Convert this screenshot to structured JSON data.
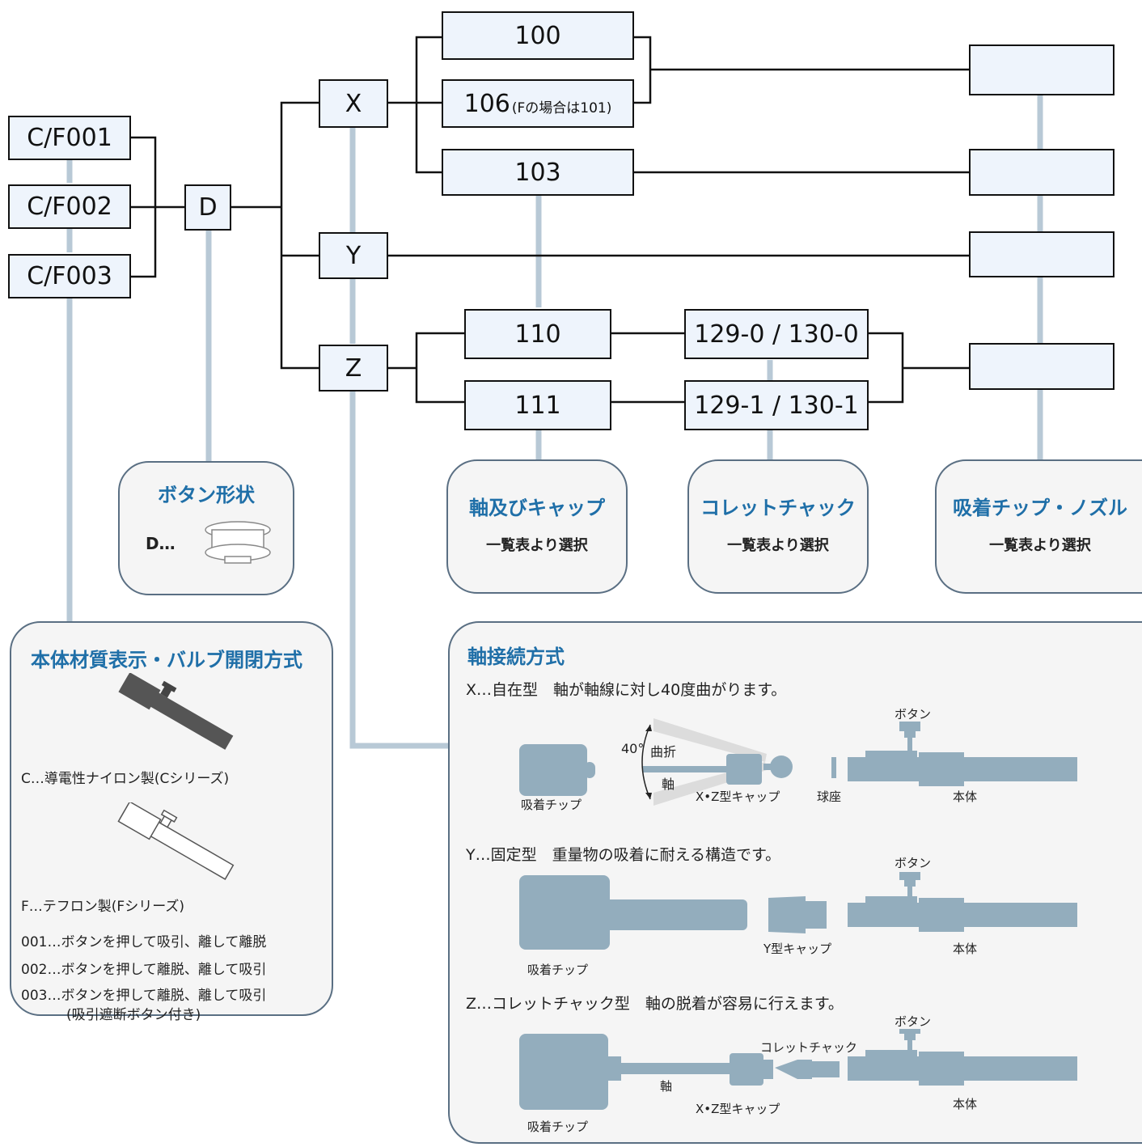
{
  "codes": {
    "c001": "C/F001",
    "c002": "C/F002",
    "c003": "C/F003",
    "d": "D",
    "x": "X",
    "y": "Y",
    "z": "Z",
    "n100": "100",
    "n106": "106",
    "n106_note": "(Fの場合は101)",
    "n103": "103",
    "n110": "110",
    "n111": "111",
    "n129_0": "129-0 / 130-0",
    "n129_1": "129-1 / 130-1"
  },
  "button_panel": {
    "title": "ボタン形状",
    "label": "D…"
  },
  "shaft_panel": {
    "title": "軸及びキャップ",
    "sub": "一覧表より選択"
  },
  "collet_panel": {
    "title": "コレットチャック",
    "sub": "一覧表より選択"
  },
  "tip_panel": {
    "title": "吸着チップ・ノズル",
    "sub": "一覧表より選択"
  },
  "body_panel": {
    "title": "本体材質表示・バルブ開閉方式",
    "c_label": "C…導電性ナイロン製(Cシリーズ)",
    "f_label": "F…テフロン製(Fシリーズ)",
    "o001": "001…ボタンを押して吸引、離して離脱",
    "o002": "002…ボタンを押して離脱、離して吸引",
    "o003": "003…ボタンを押して離脱、離して吸引",
    "o003b": "(吸引遮断ボタン付き)"
  },
  "conn_panel": {
    "title": "軸接続方式",
    "x_row": "X…自在型　軸が軸線に対し40度曲がります。",
    "y_row": "Y…固定型　重量物の吸着に耐える構造です。",
    "z_row": "Z…コレットチャック型　軸の脱着が容易に行えます。",
    "angle": "40°",
    "bend": "曲折",
    "shaft": "軸",
    "tip": "吸着チップ",
    "xz_cap": "X•Z型キャップ",
    "seat": "球座",
    "body": "本体",
    "button": "ボタン",
    "y_cap": "Y型キャップ",
    "collet": "コレットチャック"
  },
  "colors": {
    "box_fill": "#eef4fc",
    "border": "#111111",
    "title_blue": "#1f6fa8",
    "connector_gray": "#b8c9d6",
    "part_blue": "#93adbd",
    "panel_bg": "#f5f5f5"
  }
}
